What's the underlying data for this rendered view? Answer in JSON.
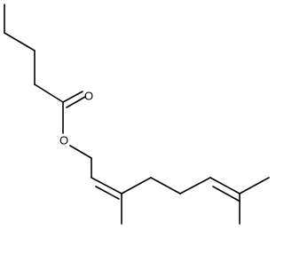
{
  "molecule": {
    "atoms": [
      {
        "element": "O",
        "label": "O"
      },
      {
        "element": "O",
        "label": "O"
      }
    ],
    "colors": {
      "bond": "#000000",
      "label": "#000000",
      "background": "#ffffff"
    }
  }
}
